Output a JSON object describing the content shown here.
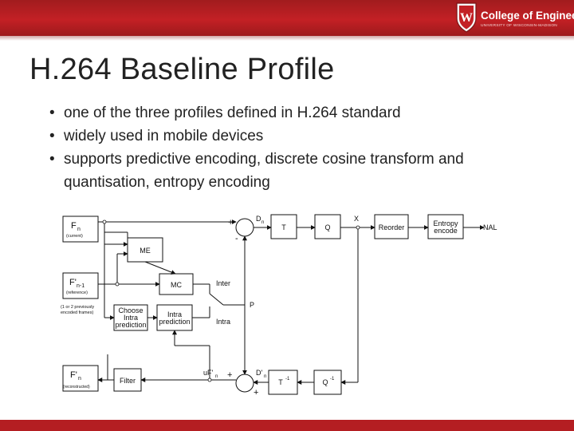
{
  "header": {
    "brand": "College of Engineering",
    "brand_sub": "UNIVERSITY OF WISCONSIN-MADISON",
    "accent": "#c32025"
  },
  "slide": {
    "title": "H.264 Baseline Profile",
    "bullets": [
      "one of the three profiles defined in H.264 standard",
      "widely used in mobile devices",
      "supports predictive encoding, discrete cosine transform and",
      "quantisation, entropy encoding"
    ]
  },
  "diagram": {
    "frame_current": {
      "label": "F",
      "sub": "n",
      "note": "(current)"
    },
    "frame_reference": {
      "label": "F'",
      "sub": "n-1",
      "note": "(reference)"
    },
    "reference_note_1": "(1 or 2 previously",
    "reference_note_2": "encoded frames)",
    "frame_reconstructed": {
      "label": "F'",
      "sub": "n",
      "note": "(reconstructed)"
    },
    "blocks": {
      "me": "ME",
      "mc": "MC",
      "choose_1": "Choose",
      "choose_2": "Intra",
      "choose_3": "prediction",
      "intra_1": "Intra",
      "intra_2": "prediction",
      "filter": "Filter",
      "t": "T",
      "q": "Q",
      "t_inv": "T",
      "q_inv": "Q",
      "inv_sup": "-1",
      "reorder": "Reorder",
      "entropy_1": "Entropy",
      "entropy_2": "encode"
    },
    "labels": {
      "plus_top": "+",
      "minus_top": "-",
      "dn": "D",
      "dn_sub": "n",
      "x": "X",
      "nal": "NAL",
      "inter": "Inter",
      "p": "P",
      "intra": "Intra",
      "uf": "uF'",
      "uf_sub": "n",
      "dn2": "D'",
      "dn2_sub": "n",
      "plus_b1": "+",
      "plus_b2": "+"
    }
  }
}
